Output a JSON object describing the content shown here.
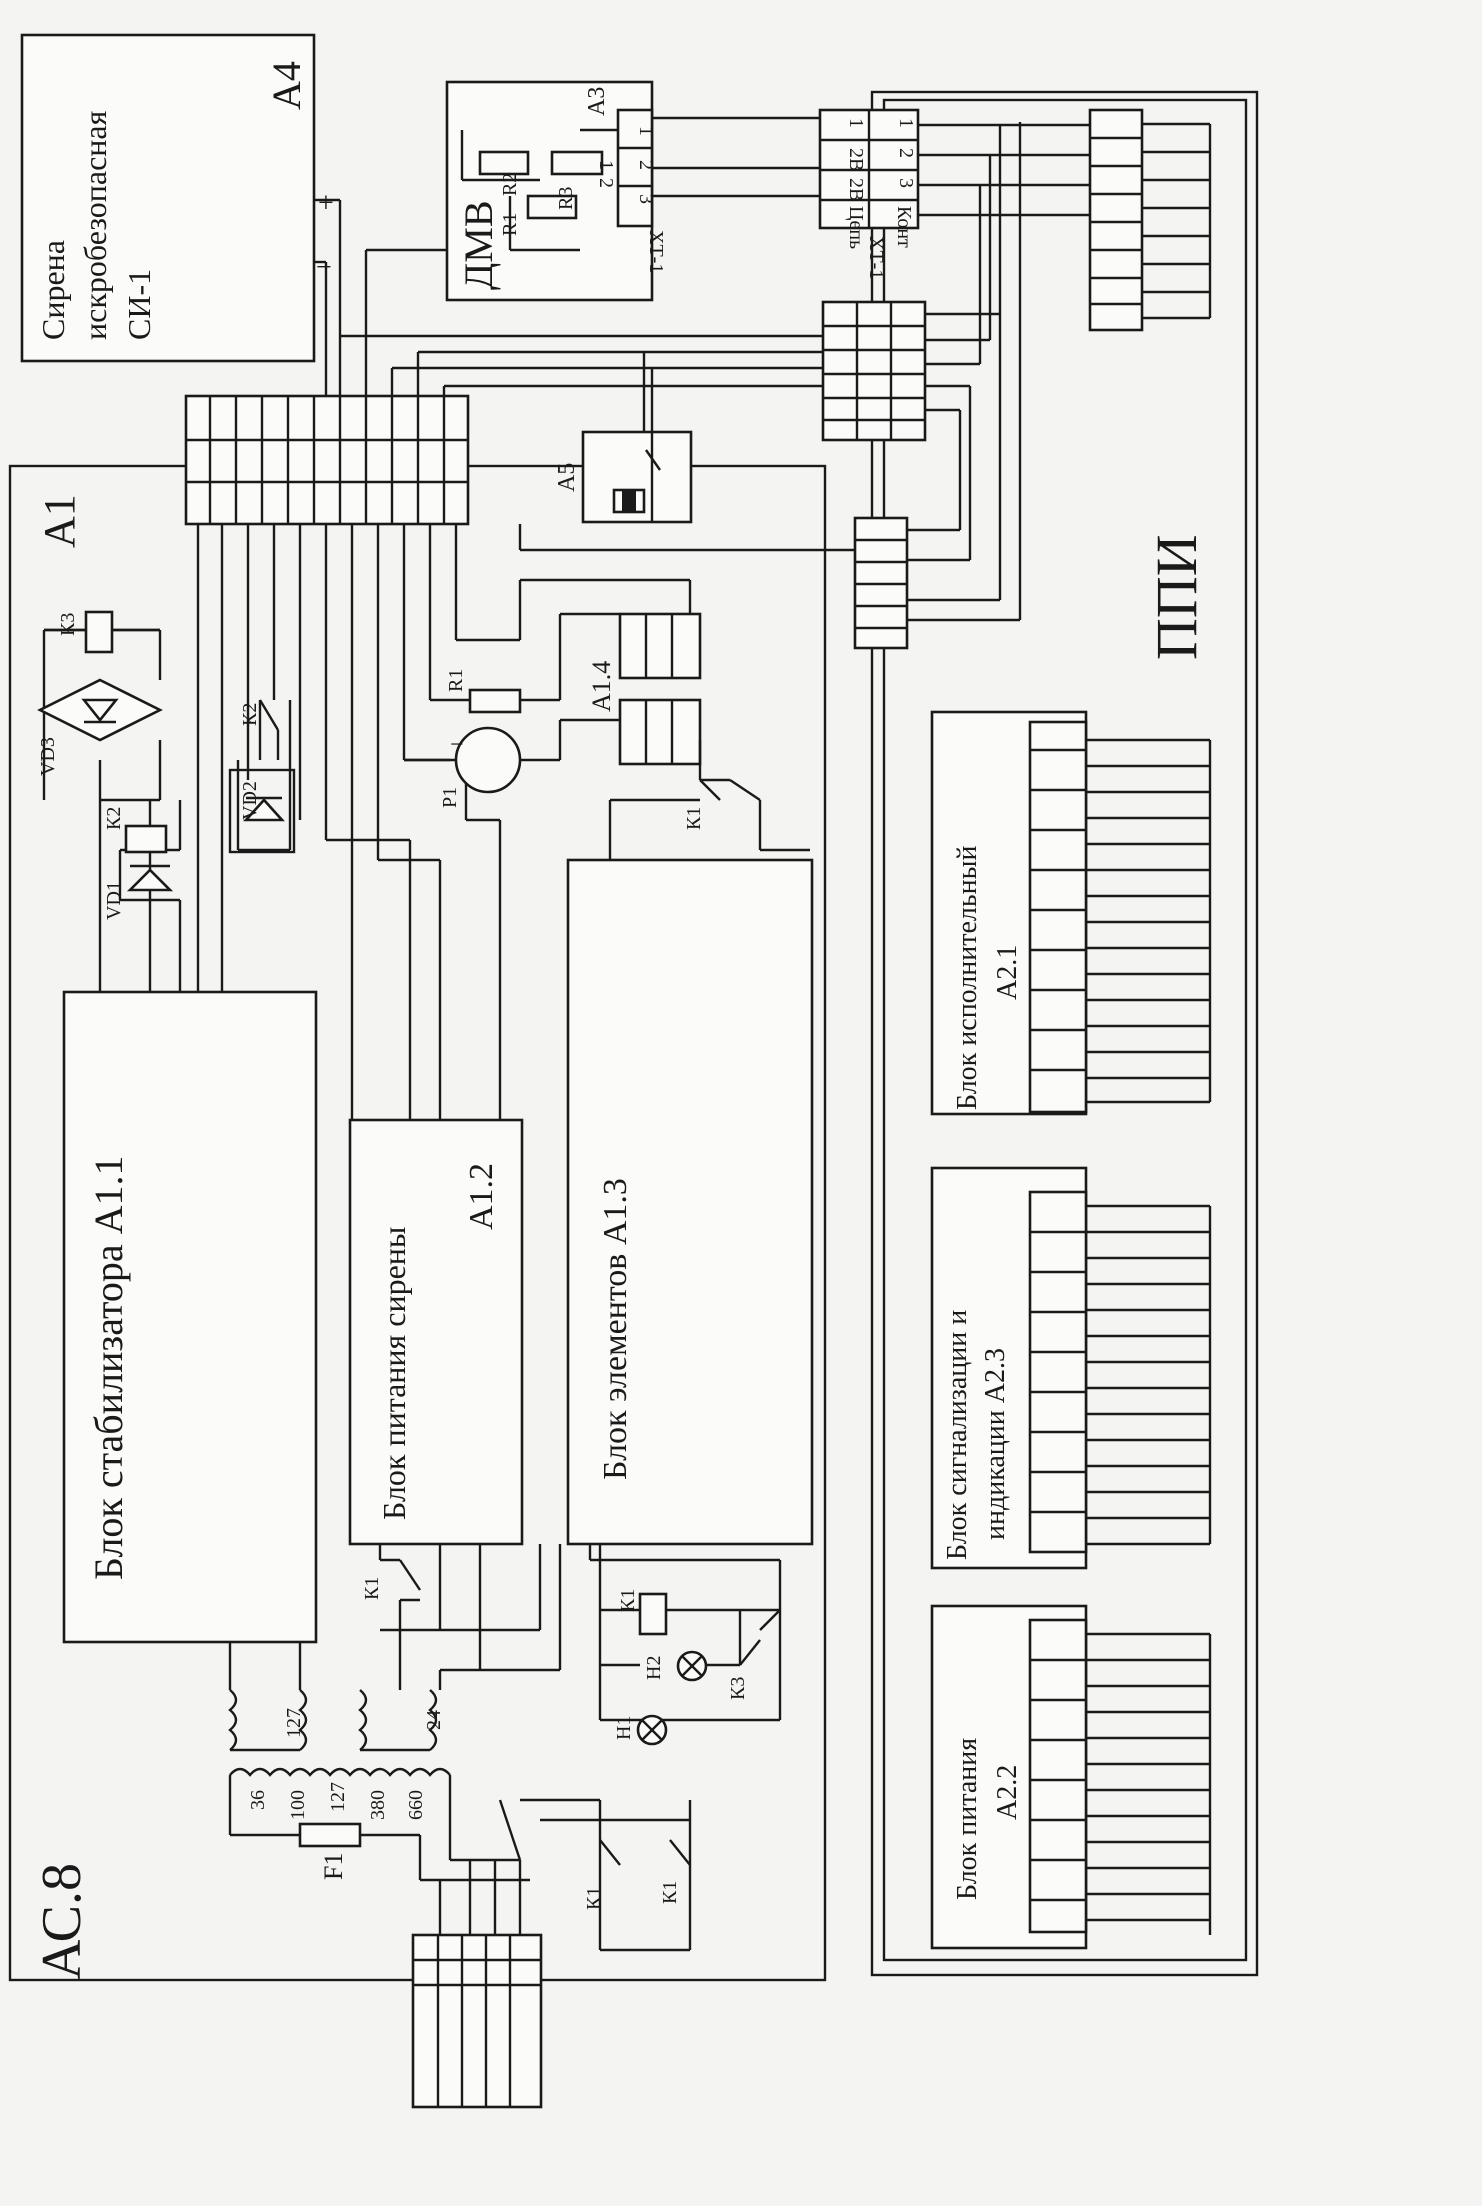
{
  "sheet": {
    "title": "АС.8",
    "main_unit": "А1",
    "siren": {
      "line1": "Сирена",
      "line2": "искробезопасная",
      "line3": "СИ-1",
      "id": "А4",
      "plus": "+",
      "minus": "−"
    },
    "dmv": {
      "name": "ДМВ",
      "id": "А3",
      "xt": "ХТ-1",
      "r1": "R1",
      "r2": "R2",
      "r3": "R3",
      "pins": [
        "1",
        "2",
        "3"
      ],
      "pins_alt": [
        "1",
        "2"
      ]
    },
    "xt1": {
      "label": "ХТ-1",
      "col1": "Конт",
      "col2": "Цепь",
      "rows": [
        [
          "1",
          "1"
        ],
        [
          "2",
          "2В"
        ],
        [
          "3",
          "2В"
        ]
      ]
    },
    "a5": "А5",
    "ppi": "ППИ",
    "blocks": {
      "a11": "Блок стабилизатора А1.1",
      "a12_line1": "Блок питания сирены",
      "a12_line2": "А1.2",
      "a13": "Блок элементов А1.3",
      "a14": "А1.4",
      "a21_line1": "Блок исполнительный",
      "a21_line2": "А2.1",
      "a23_line1": "Блок сигнализации и",
      "a23_line2": "индикации А2.3",
      "a22_line1": "Блок питания",
      "a22_line2": "А2.2"
    },
    "components": {
      "k3": "К3",
      "vd3": "VD3",
      "k2": "К2",
      "vd1": "VD1",
      "vd2": "VD2",
      "r1": "R1",
      "p1": "Р1",
      "k1": "К1",
      "h1": "Н1",
      "h2": "Н2",
      "f1": "F1",
      "minus": "−"
    },
    "taps": {
      "stab": "127",
      "siren": "24",
      "primary": [
        "36",
        "100",
        "127",
        "380",
        "660"
      ]
    }
  }
}
